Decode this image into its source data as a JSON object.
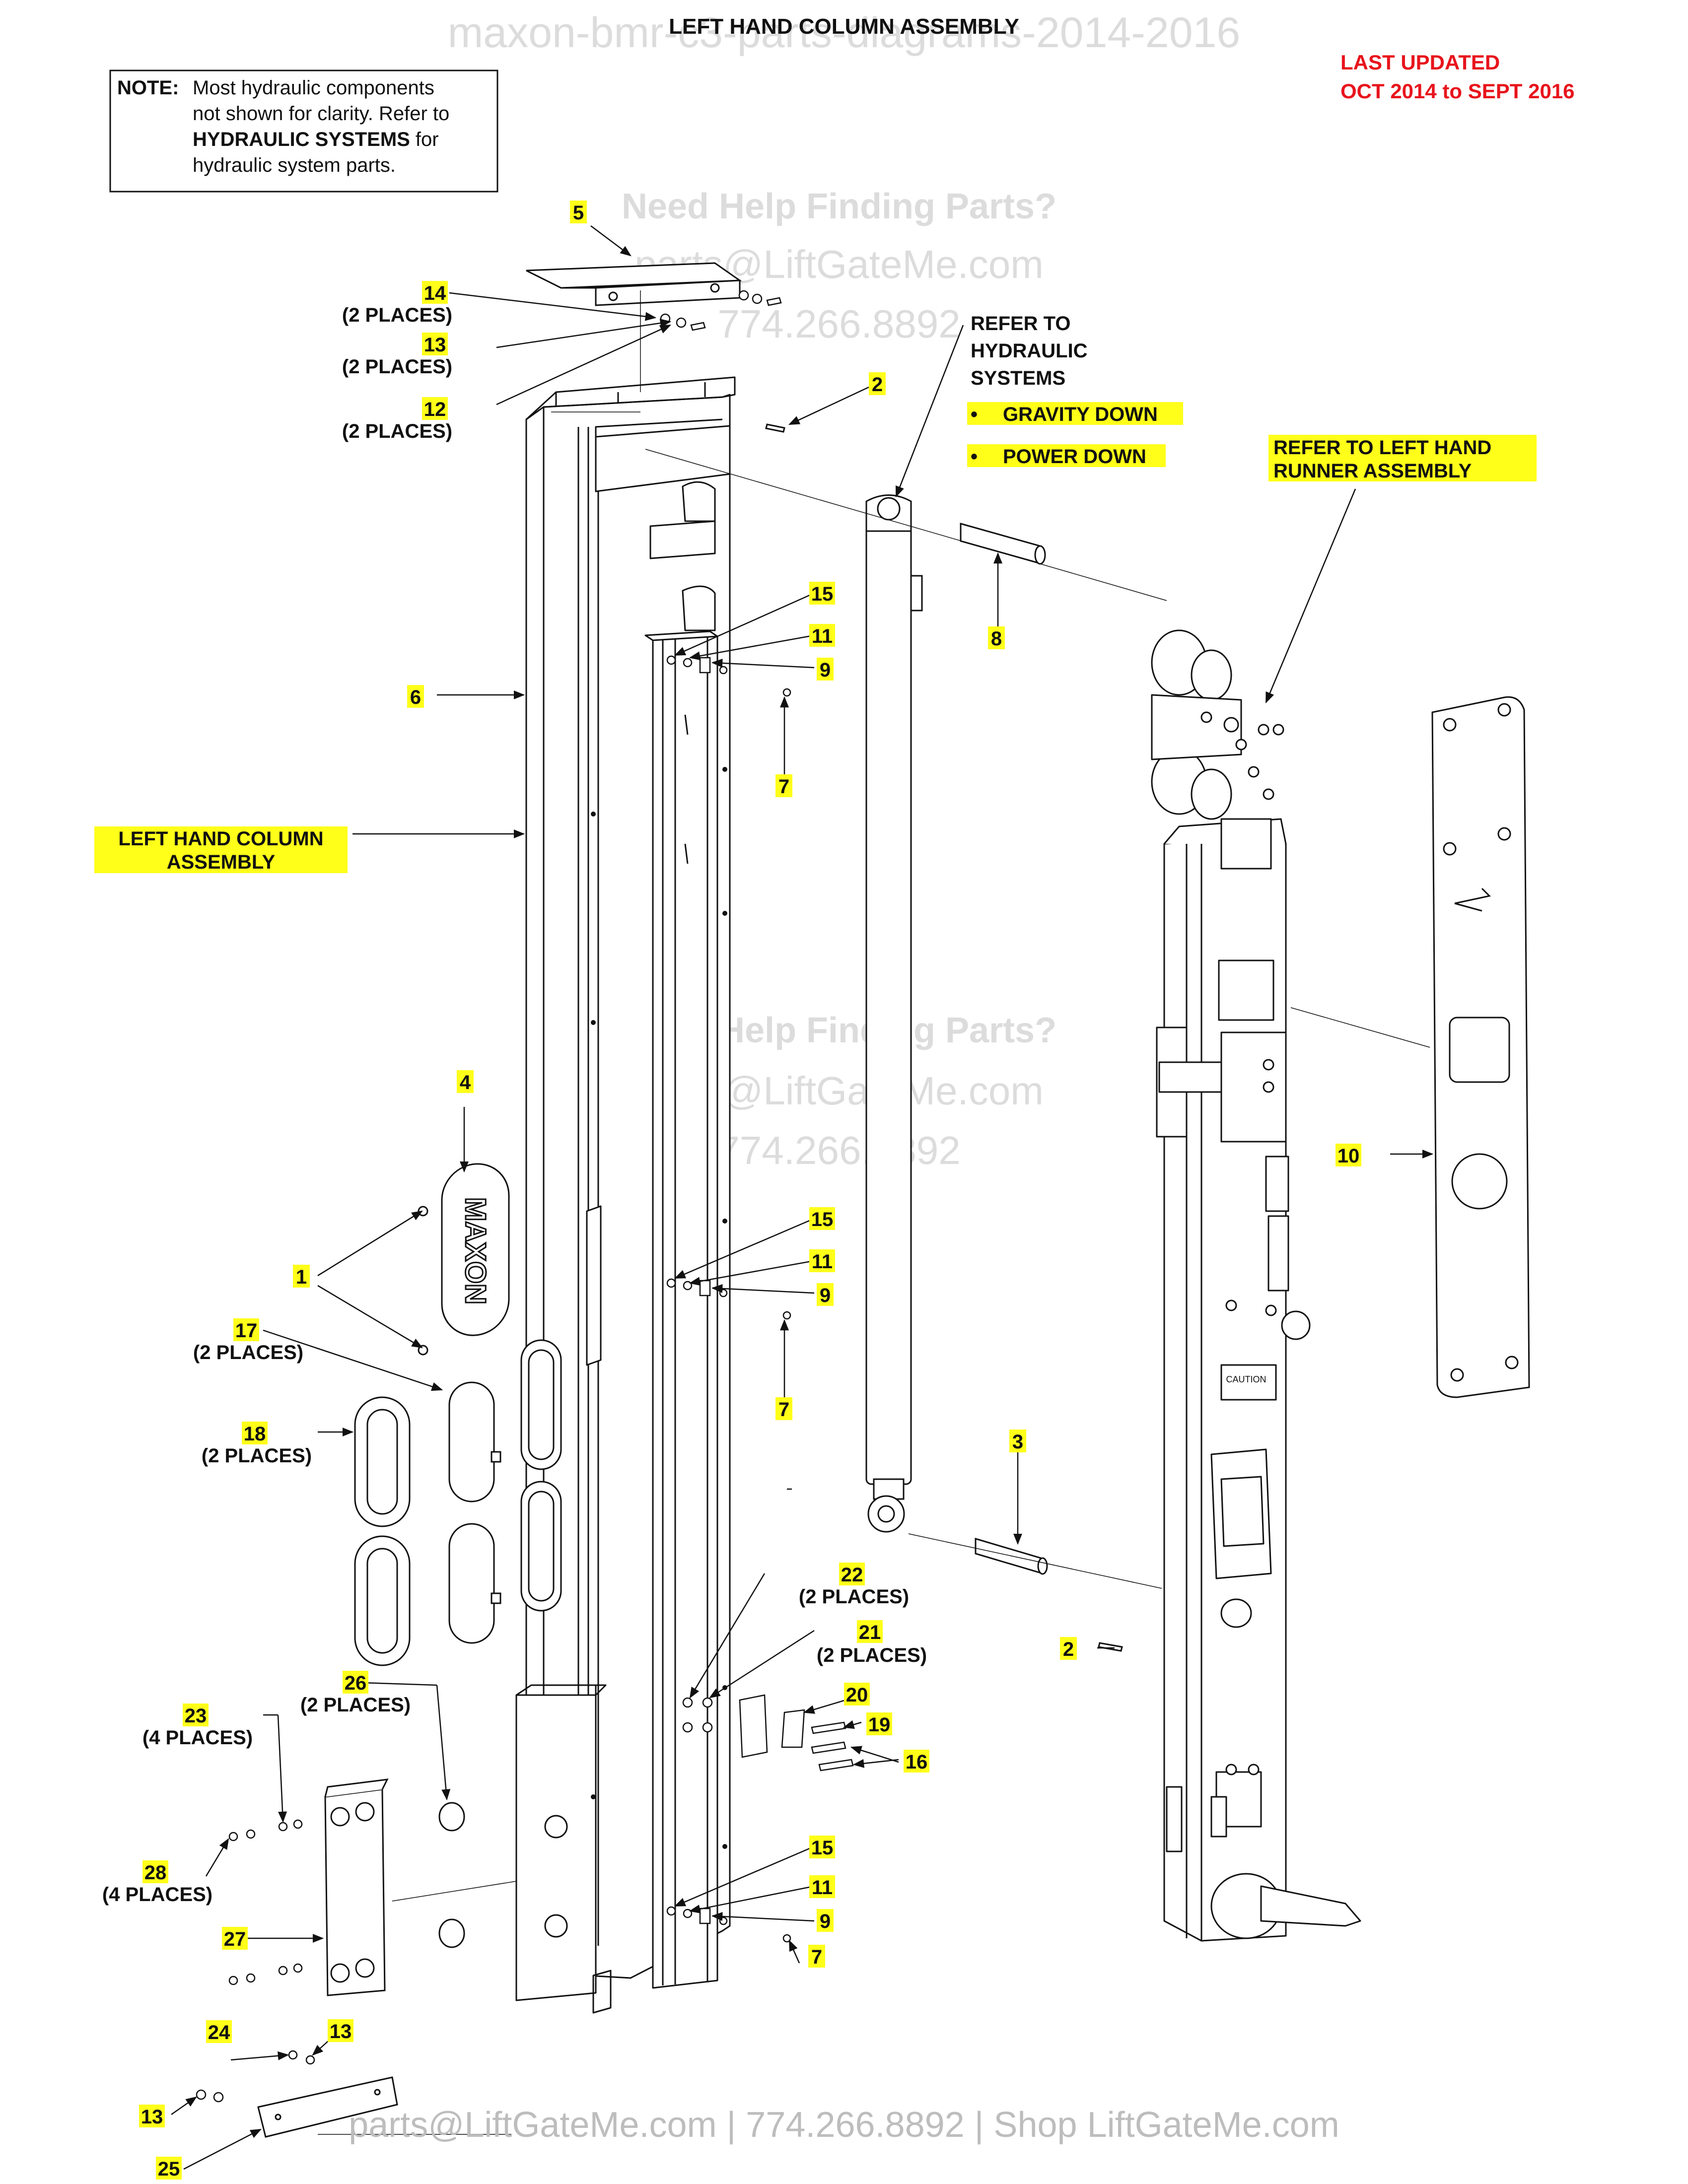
{
  "header": {
    "title": "LEFT HAND COLUMN ASSEMBLY",
    "updated_line1": "LAST UPDATED",
    "updated_line2": "OCT 2014 to SEPT 2016",
    "ghost_title": "maxon-bmr-c3-parts-diagrams-2014-2016"
  },
  "note": {
    "label": "NOTE:",
    "line1": "Most hydraulic components",
    "line2": "not shown for clarity. Refer to",
    "line3_bold": "HYDRAULIC SYSTEMS",
    "line3_rest": " for",
    "line4": "hydraulic system parts."
  },
  "watermark": {
    "help": "Need Help Finding Parts?",
    "email": "parts@LiftGateMe.com",
    "phone": "774.266.8892",
    "footer": "parts@LiftGateMe.com | 774.266.8892 | Shop LiftGateMe.com"
  },
  "callouts": {
    "refer_hyd_1": "REFER TO",
    "refer_hyd_2": "HYDRAULIC",
    "refer_hyd_3": "SYSTEMS",
    "gravity_down": "GRAVITY DOWN",
    "power_down": "POWER DOWN",
    "bullet": "•",
    "refer_runner_1": "REFER TO LEFT HAND",
    "refer_runner_2": "RUNNER ASSEMBLY",
    "lhc_1": "LEFT HAND COLUMN",
    "lhc_2": "ASSEMBLY",
    "two_places": "(2 PLACES)",
    "four_places": "(4 PLACES)",
    "logo": "MAXON"
  },
  "parts": {
    "p1": "1",
    "p2": "2",
    "p3": "3",
    "p4": "4",
    "p5": "5",
    "p6": "6",
    "p7": "7",
    "p8": "8",
    "p9": "9",
    "p10": "10",
    "p11": "11",
    "p12": "12",
    "p13": "13",
    "p14": "14",
    "p15": "15",
    "p16": "16",
    "p17": "17",
    "p18": "18",
    "p19": "19",
    "p20": "20",
    "p21": "21",
    "p22": "22",
    "p23": "23",
    "p24": "24",
    "p25": "25",
    "p26": "26",
    "p27": "27",
    "p28": "28"
  },
  "colors": {
    "highlight": "#ffff1a",
    "red": "#e8141c",
    "line": "#111111",
    "watermark": "#d9d9d9"
  }
}
